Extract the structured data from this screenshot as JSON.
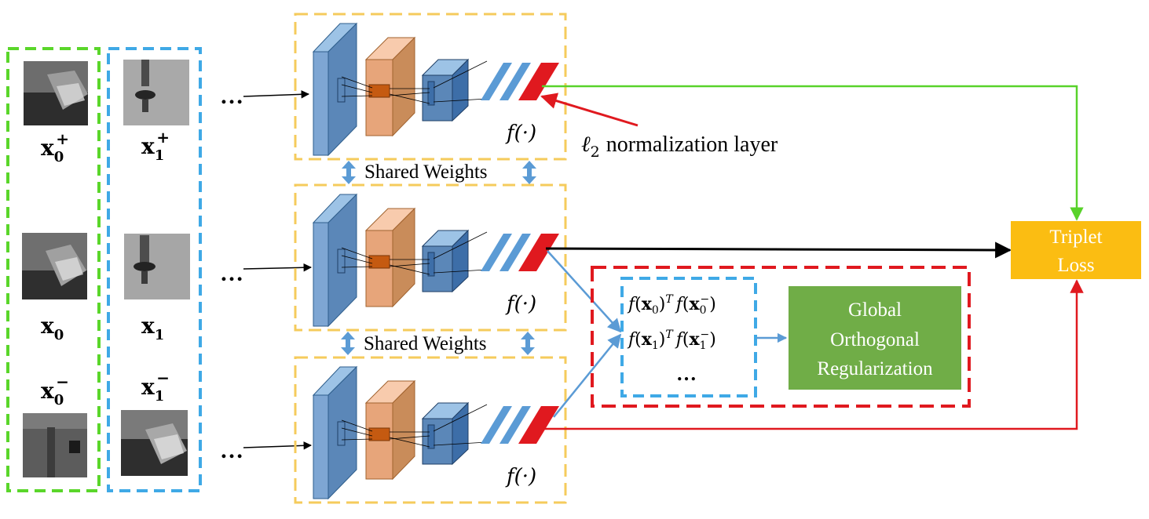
{
  "image_columns": [
    {
      "name": "x0",
      "labels": {
        "positive": "x",
        "anchor": "x",
        "negative": "x"
      },
      "subscript": "0",
      "pos_sup": "+",
      "neg_sup": "−",
      "color": "#5ad62a"
    },
    {
      "name": "x1",
      "labels": {
        "positive": "x",
        "anchor": "x",
        "negative": "x"
      },
      "subscript": "1",
      "pos_sup": "+",
      "neg_sup": "−",
      "color": "#3fa9e6"
    }
  ],
  "ellipsis": "…",
  "networks": [
    {
      "label": "f(·)"
    },
    {
      "label": "f(·)"
    },
    {
      "label": "f(·)"
    }
  ],
  "shared_weights": [
    "Shared Weights",
    "Shared Weights"
  ],
  "l2_annotation": "normalization layer",
  "l2_symbol": "ℓ",
  "l2_sub": "2",
  "inner_products": [
    {
      "fx": "f",
      "sub": "0",
      "T": "T",
      "neg": "−"
    },
    {
      "fx": "f",
      "sub": "1",
      "T": "T",
      "neg": "−"
    }
  ],
  "inner_ellipsis": "…",
  "gor_box": {
    "lines": [
      "Global",
      "Orthogonal",
      "Regularization"
    ],
    "color": "#70ad47"
  },
  "triplet_box": {
    "lines": [
      "Triplet",
      "Loss"
    ],
    "color": "#fbbd12"
  },
  "colors": {
    "network_frame": "#f5cb5c",
    "positive_arrow": "#58d22a",
    "negative_arrow": "#e0191f",
    "anchor_arrow": "#000000",
    "gor_arrow": "#5b9bd5",
    "gor_frame": "#e0191f",
    "inner_frame": "#3fa9e6"
  }
}
